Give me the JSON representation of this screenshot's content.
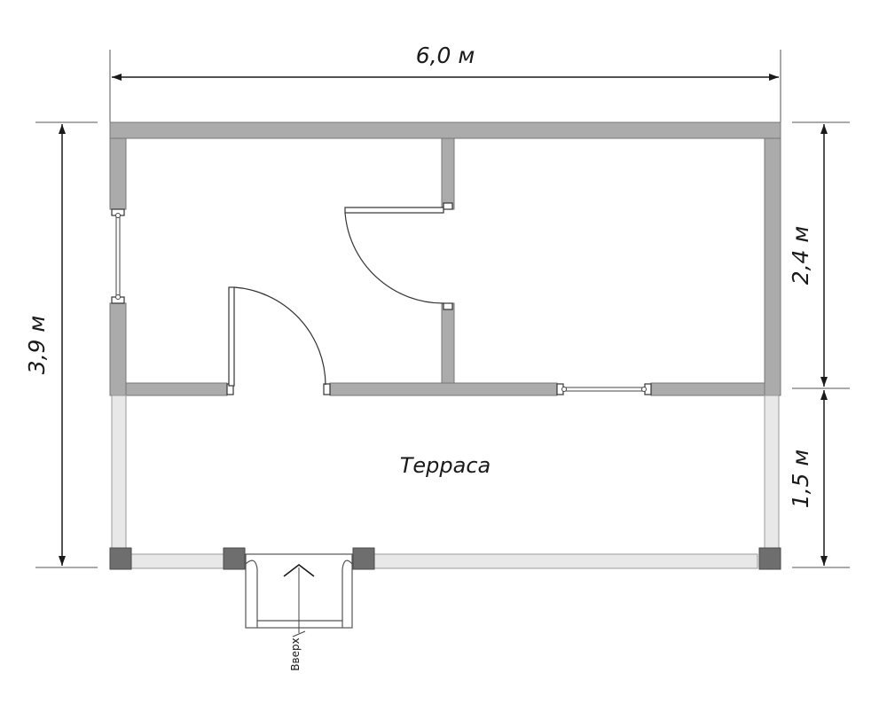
{
  "dimensions": {
    "width_total": "6,0 м",
    "height_total": "3,9 м",
    "height_rooms": "2,4 м",
    "height_terrace": "1,5 м"
  },
  "rooms": {
    "terrace": "Терраса"
  },
  "stairs": {
    "label": "Вверх",
    "direction": "up-arrow-icon"
  },
  "colors": {
    "wall": "#ababab",
    "railing": "#e8e8e8",
    "post": "#6e6e6e"
  }
}
